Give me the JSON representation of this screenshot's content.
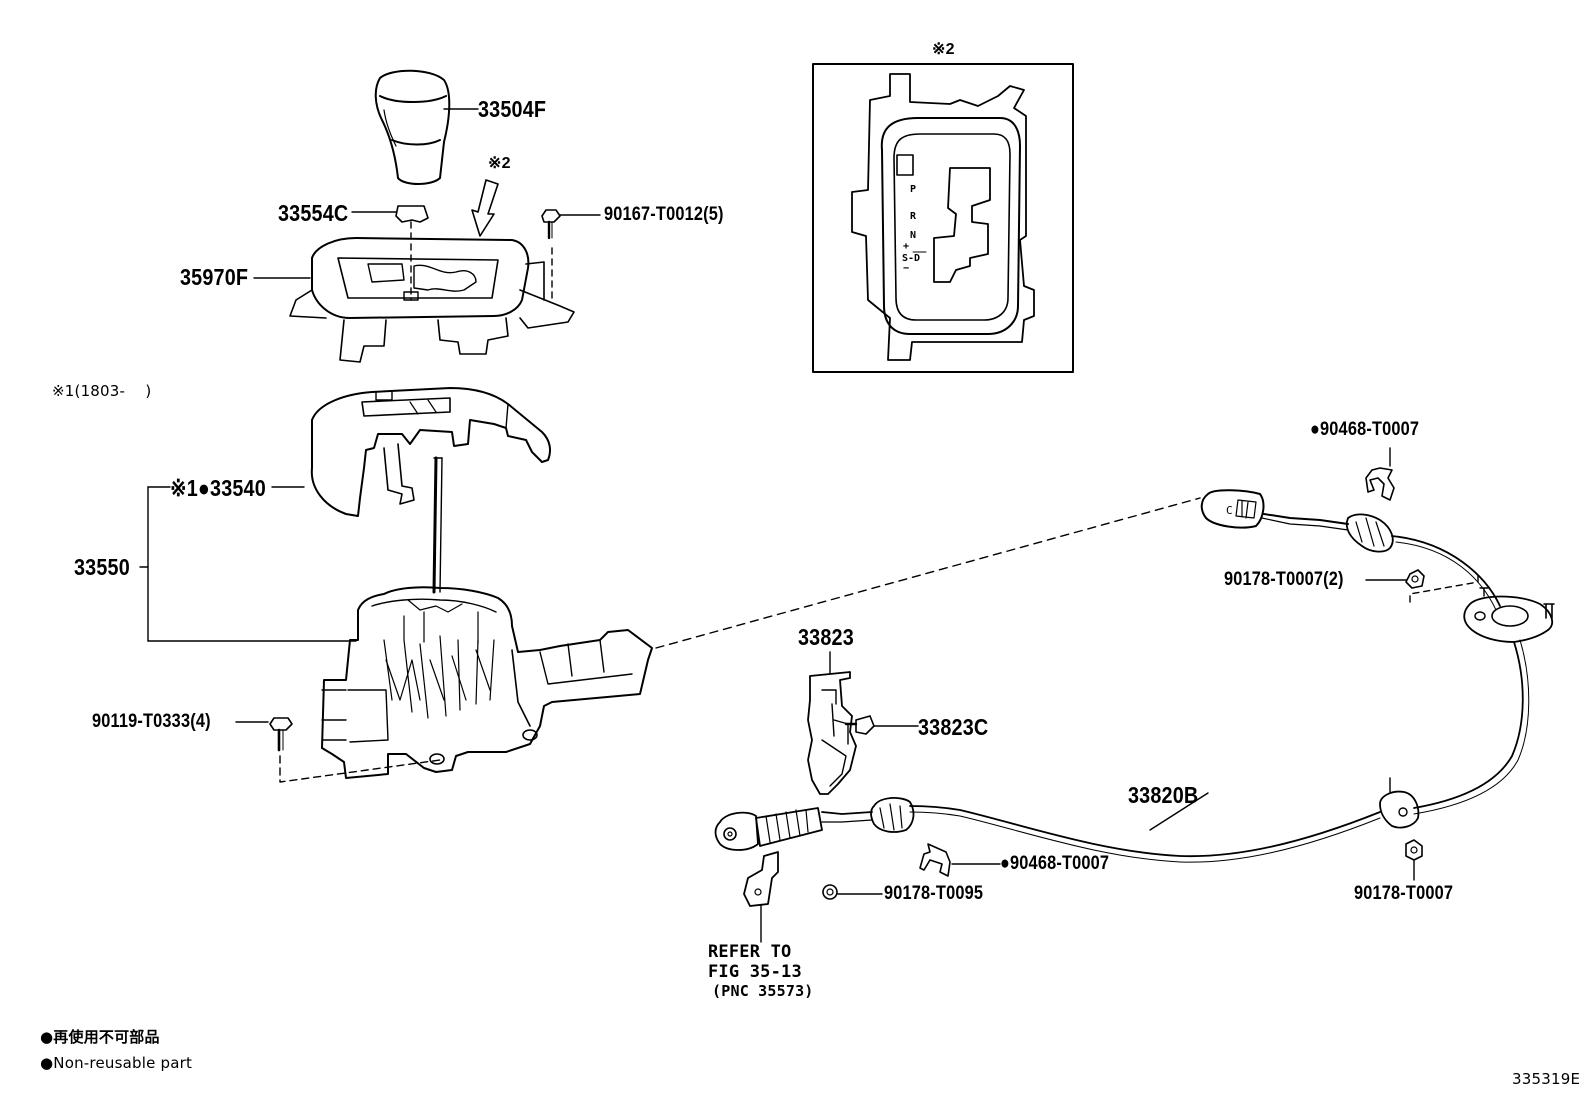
{
  "callouts": {
    "shift_knob": "33504F",
    "insert": "33554C",
    "screw": "90167-T0012(5)",
    "indicator_housing": "35970F",
    "mark_2_arrow": "※2",
    "mark_1_range": "※1(1803-　 )",
    "cover": "※1●33540",
    "shift_lever_assy": "33550",
    "bolt": "90119-T0333(4)",
    "bracket": "33823",
    "bracket_screw": "33823C",
    "cable": "33820B",
    "clip_top": "●90468-T0007",
    "nut_pair": "90178-T0007(2)",
    "clip_bottom": "●90468-T0007",
    "nut_small": "90178-T0095",
    "nut_right": "90178-T0007"
  },
  "inset": {
    "mark": "※2",
    "gate_letters": [
      "P",
      "R",
      "N",
      "+",
      "S-D",
      "−"
    ]
  },
  "refer": {
    "line1": "REFER TO",
    "line2": "FIG 35-13",
    "line3": "(PNC 35573)"
  },
  "legend": {
    "japanese": "●再使用不可部品",
    "english": "●Non-reusable part"
  },
  "figure_number": "335319E"
}
